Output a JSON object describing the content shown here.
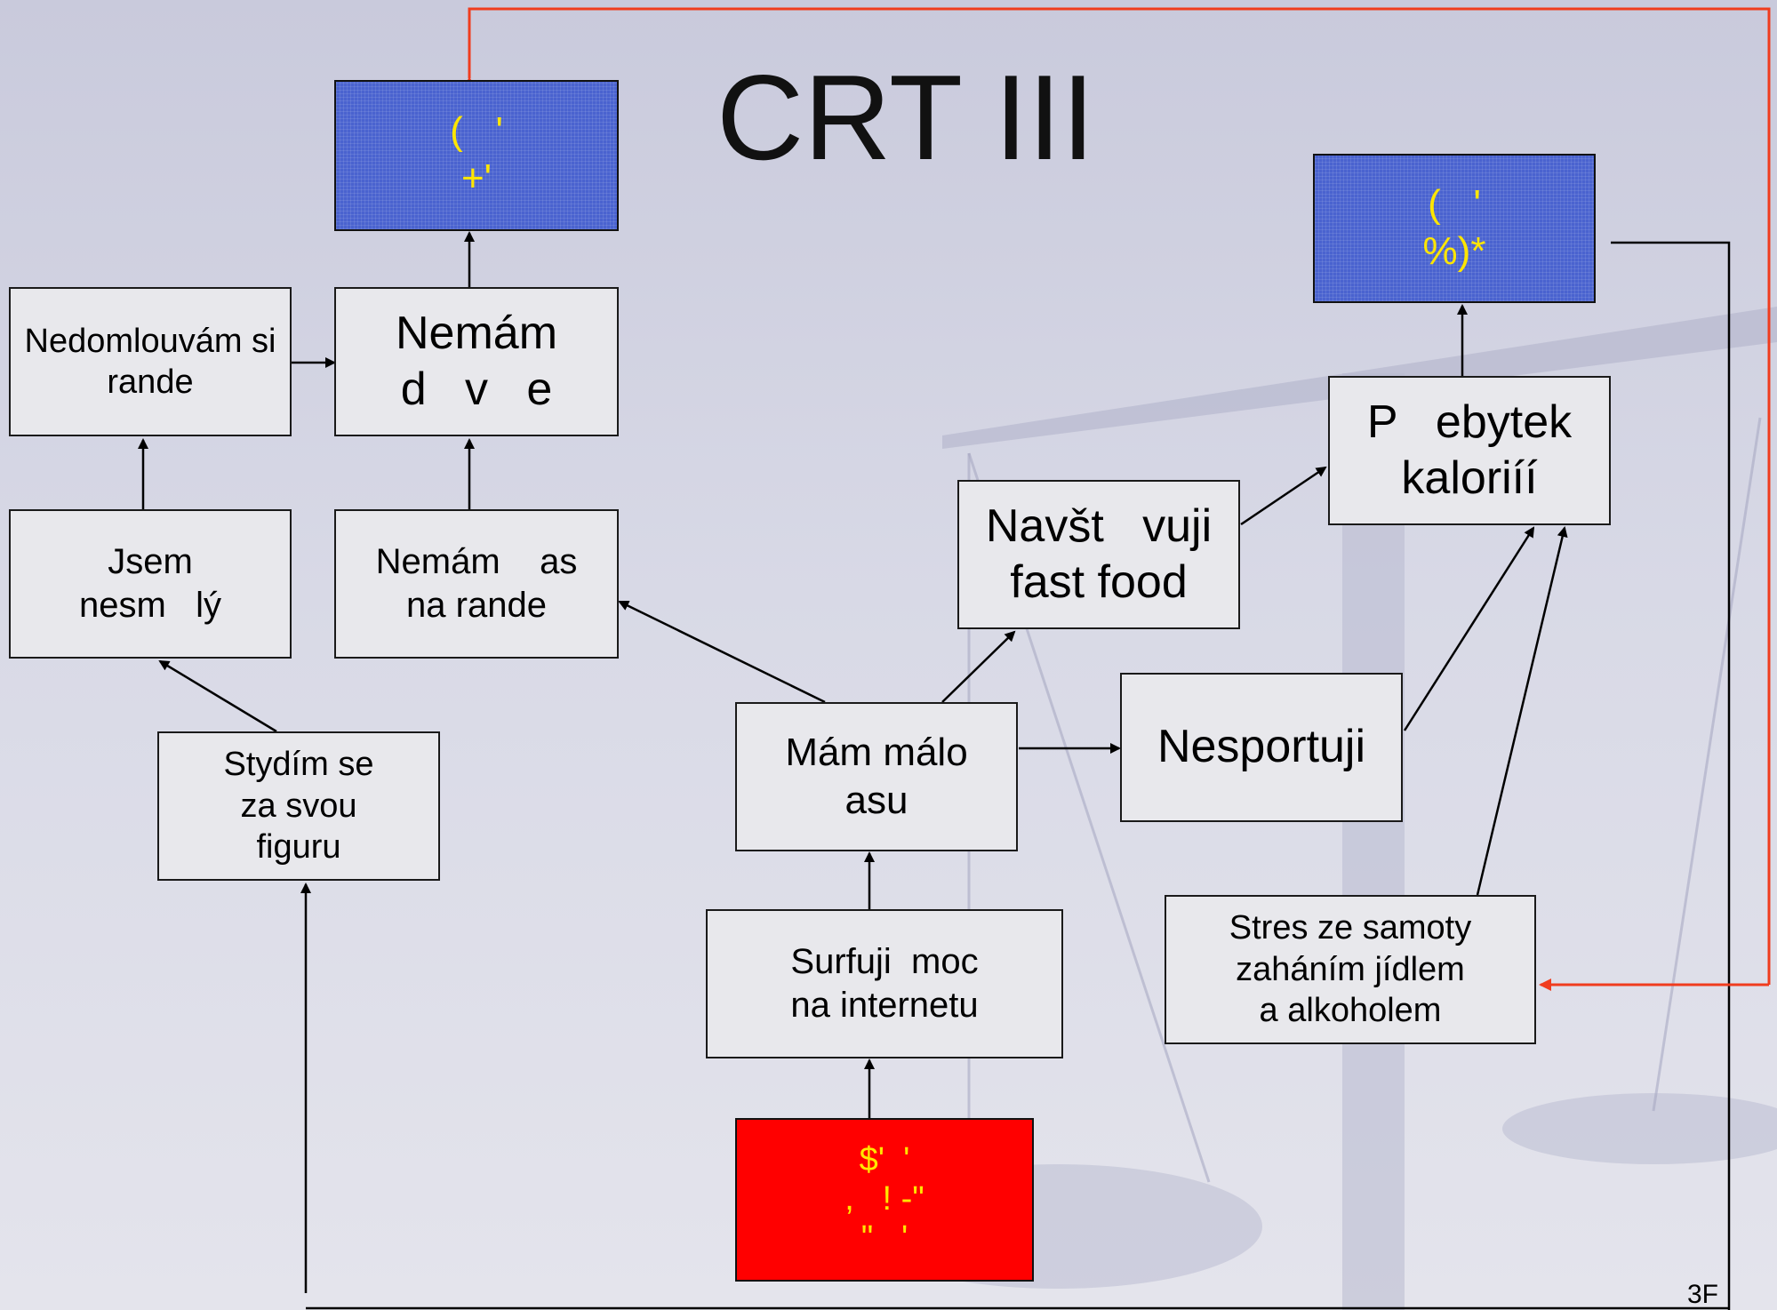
{
  "title": "CRT III",
  "slide_number": "3F",
  "colors": {
    "box_fill": "#e8e8ec",
    "blue_box": "#4a63cf",
    "red_box": "#ff0000",
    "yellow_text": "#ffe600",
    "feedback_line": "#f03c1e",
    "arrow": "#000000"
  },
  "boxes": {
    "blue_left": {
      "line1": "(   '",
      "line2": "+'"
    },
    "blue_right": {
      "line1": "(   '",
      "line2": "%)*"
    },
    "nedomlouvam": {
      "line1": "Nedomlouvám si",
      "line2": "rande"
    },
    "nemam_dve": {
      "line1": "Nemám",
      "line2": "d   v   e"
    },
    "jsem_nesmely": {
      "line1": "Jsem",
      "line2": "nesm   lý"
    },
    "nemam_cas": {
      "line1": "Nemám    as",
      "line2": "na rande"
    },
    "stydim": {
      "line1": "Stydím se",
      "line2": "za svou",
      "line3": "figuru"
    },
    "navstevuji": {
      "line1": "Navšt   vuji",
      "line2": "fast food"
    },
    "prebytek": {
      "line1": "P   ebytek",
      "line2": "kaloriíí"
    },
    "mam_malo": {
      "line1": "Mám málo",
      "line2": "asu"
    },
    "nesportuji": {
      "line1": "Nesportuji"
    },
    "surfuji": {
      "line1": "Surfuji  moc",
      "line2": "na internetu"
    },
    "stres": {
      "line1": "Stres ze samoty",
      "line2": "zaháním jídlem",
      "line3": "a alkoholem"
    },
    "red_root": {
      "line1": "$'  '",
      "line2": ",   ! -\"",
      "line3": "\"   '"
    }
  }
}
